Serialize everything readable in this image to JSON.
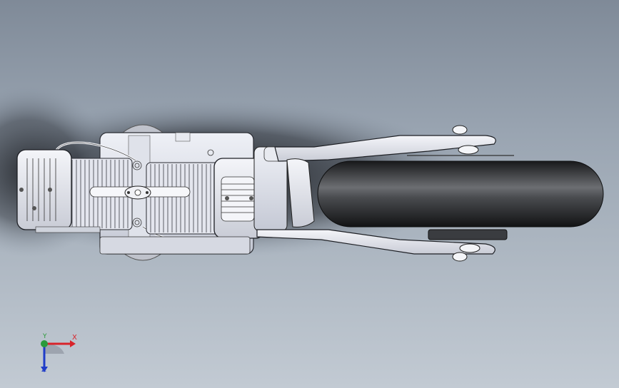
{
  "viewport": {
    "background_top": "#7f8a98",
    "background_bottom": "#c2cad3",
    "model_colors": {
      "tire": "#2b2c2e",
      "metal": "#e6e8ee",
      "outline": "#1d1f24",
      "shadow": "#1a1c20"
    }
  },
  "triad": {
    "x_label": "X",
    "y_label": "Y",
    "z_label": "Z",
    "x_color": "#d8232a",
    "y_color": "#2a9a3a",
    "z_color": "#1f3cc8",
    "icon": "coordinate-triad-icon"
  }
}
